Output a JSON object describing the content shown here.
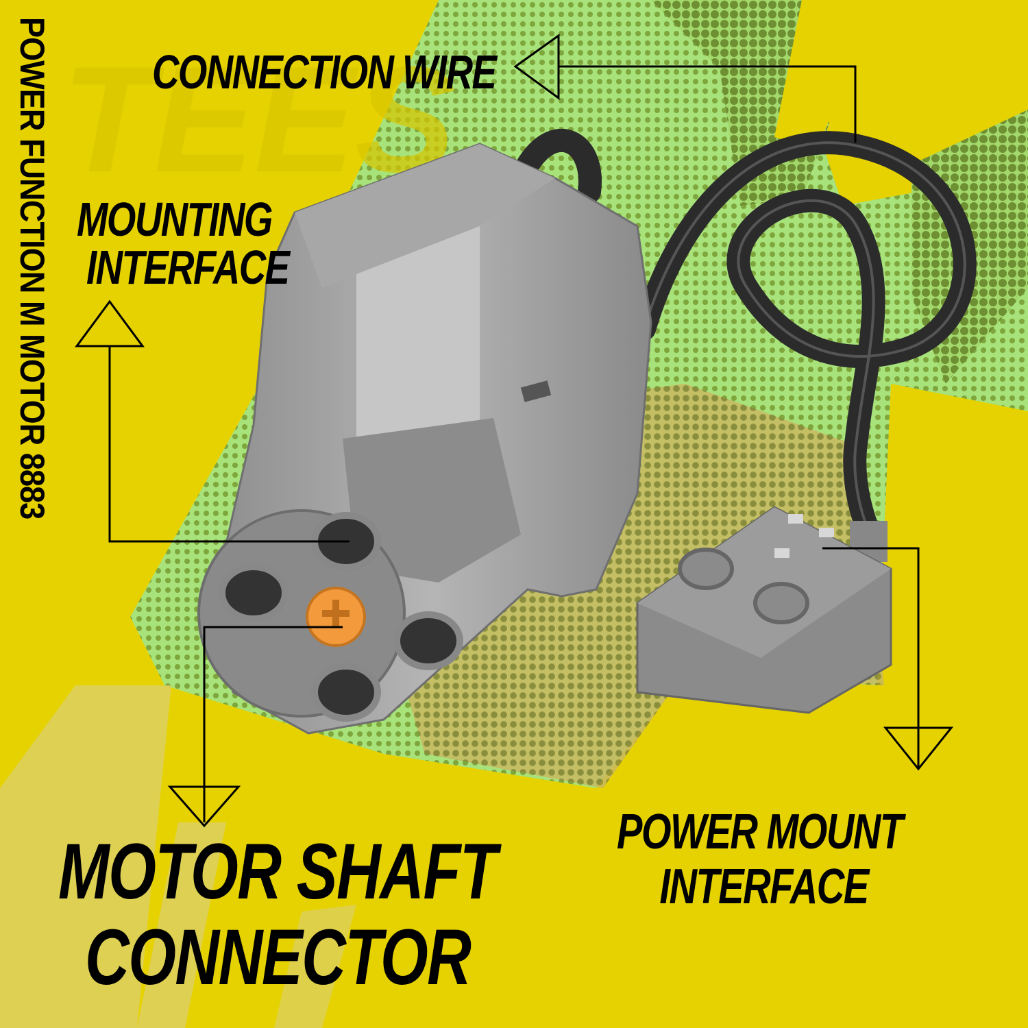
{
  "product": {
    "title": "Power Function M Motor 8883"
  },
  "callouts": [
    {
      "id": "connection-wire",
      "label": "Connection Wire"
    },
    {
      "id": "mounting-interface",
      "label_line1": "Mounting",
      "label_line2": "Interface"
    },
    {
      "id": "motor-shaft-connector",
      "label_line1": "Motor Shaft",
      "label_line2": "Connector"
    },
    {
      "id": "power-mount-interface",
      "label_line1": "Power Mount",
      "label_line2": "Interface"
    }
  ],
  "colors": {
    "background_yellow": "#e6d200",
    "halftone_green_light": "#a8e27a",
    "halftone_green_dark": "#6e8f32",
    "motor_gray": "#9a9a9a",
    "motor_gray_light": "#bdbdbd",
    "shaft_orange": "#f39a3c",
    "cable_black": "#2b2b2b"
  }
}
